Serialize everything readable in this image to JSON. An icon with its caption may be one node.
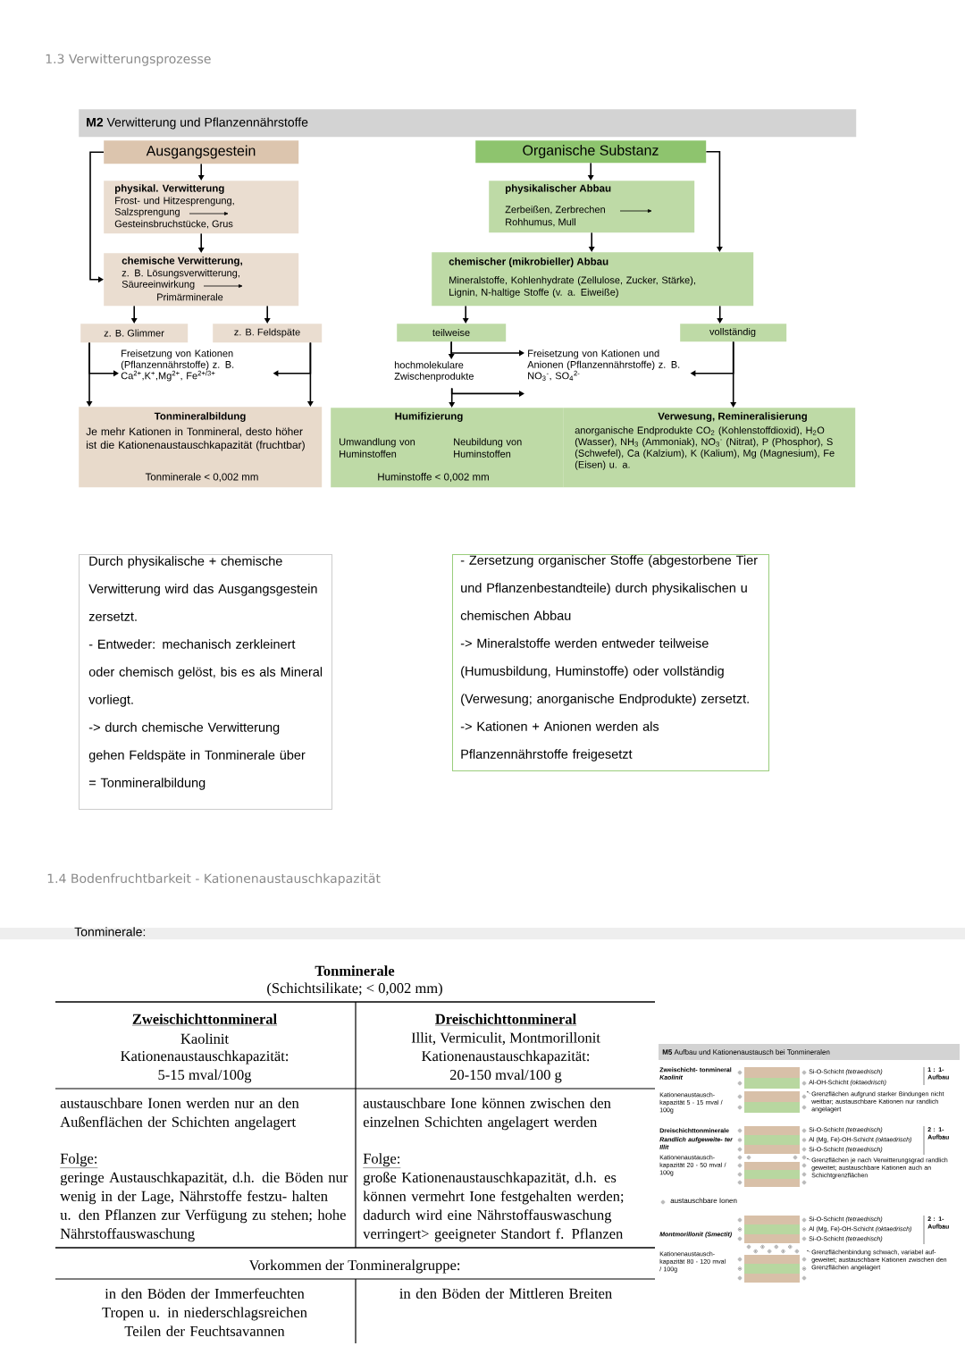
{
  "diagram": {
    "nodes": [
      {
        "text": [
          "**M2** Verwitterung und Pflanzennährstoffe"
        ]
      },
      {
        "text": [
          "Ausgangsgestein"
        ]
      },
      {
        "text": [
          "physikal. Verwitterung",
          "Frost- und Hitzesprengung, Salzsprengung",
          "Gesteinsbruchstücke, Grus"
        ]
      },
      {
        "text": [
          "chemische Verwitterung,",
          "z. B. Lösungsverwitterung, Säureeinwirkung",
          "Primärminerale"
        ]
      },
      {
        "text": [
          "z. B. Glimmer"
        ]
      },
      {
        "text": [
          "z. B. Feldspäte"
        ]
      },
      {
        "text": [
          "Freisetzung von Kationen (Pflanzennährstoffe) z. B. Ca$^{2+}$,K$^{+}$,Mg$^{2+}$, Fe$^{2+/3+}$"
        ]
      },
      {
        "text": [
          "Tonmineralbildung",
          "Je mehr Kationen in Tonmineral, desto höher ist die Kationenaustauschkapazität (fruchtbar)",
          "Tonminerale < 0,002 mm"
        ]
      },
      {
        "text": [
          "Organische Substanz"
        ]
      },
      {
        "text": [
          "physikalischer Abbau",
          "Zerbeißen, Zerbrechen",
          "Rohhumus, Mull"
        ]
      },
      {
        "text": [
          "chemischer (mikrobieller) Abbau",
          "Mineralstoffe, Kohlenhydrate (Zellulose, Zucker, Stärke), Lignin, N-haltige Stoffe (v. a. Eiweiße)"
        ]
      },
      {
        "text": [
          "teilweise"
        ]
      },
      {
        "text": [
          "vollständig"
        ]
      },
      {
        "text": [
          "hochmolekulare Zwischenprodukte"
        ]
      },
      {
        "text": [
          "Freisetzung von Kationen und Anionen (Pflanzennährstoffe) z. B. NO$_{3}$$^{-}$, SO$_{4}$$^{2-}$"
        ]
      },
      {
        "text": [
          "Humifizierung",
          "Umwandlung von Huminstoffen",
          "Neubildung von Huminstoffen",
          "Huminstoffe < 0,002 mm"
        ]
      },
      {
        "text": [
          "Verwesung, Remineralisierung",
          "anorganische Endprodukte CO$_{2}$ (Kohlenstoffdioxid), H$_{2}$O (Wasser), NH$_{3}$ (Ammoniak), NO$_{3}$$^{-}$ (Nitrat), P (Phosphor), S (Schwefel), Ca (Kalzium), K (Kalium), Mg (Magnesium), Fe (Eisen) u. a."
        ]
      },
      {
        "text": [
          "Durch physikalische + chemische Verwitterung wird das Ausgangsgestein zersetzt.",
          "- Entweder: mechanisch zerkleinert oder chemisch gelöst, bis es als Mineral vorliegt.",
          "-> durch chemische Verwitterung gehen Feldspäte in Tonminerale über = Tonmineralbildung"
        ]
      },
      {
        "text": [
          "- Zersetzung organischer Stoffe (abgestorbene Tier und Pflanzenbestandteile) durch physikalischen u chemischen Abbau",
          "-> Mineralstoffe werden entweder teilweise (Humusbildung, Huminstoffe)  oder vollständig (Verwesung; anorganische Endprodukte) zersetzt.",
          "-> Kationen + Anionen werden als Pflanzennährstoffe freigesetzt"
        ]
      }
    ],
    "edges": [
      {
        "from": 1,
        "to": 2,
        "arrow": "to"
      },
      {
        "from": 2,
        "to": 3,
        "arrow": "to"
      },
      {
        "from": 1,
        "to": 3,
        "arrow": "to"
      },
      {
        "from": 3,
        "to": 4,
        "arrow": "to"
      },
      {
        "from": 3,
        "to": 5,
        "arrow": "to"
      },
      {
        "from": 4,
        "to": 7,
        "arrow": "to"
      },
      {
        "from": 4,
        "to": 6,
        "arrow": "to"
      },
      {
        "from": 5,
        "to": 7,
        "arrow": "to"
      },
      {
        "from": 5,
        "to": 6,
        "arrow": "to"
      },
      {
        "from": 8,
        "to": 9,
        "arrow": "to"
      },
      {
        "from": 9,
        "to": 10,
        "arrow": "to"
      },
      {
        "from": 8,
        "to": 10,
        "arrow": "to"
      },
      {
        "from": 10,
        "to": 11,
        "arrow": "to"
      },
      {
        "from": 10,
        "to": 12,
        "arrow": "to"
      },
      {
        "from": 11,
        "to": 13,
        "arrow": "to"
      },
      {
        "from": 11,
        "to": 14,
        "arrow": "to"
      },
      {
        "from": 13,
        "to": 15,
        "arrow": "to"
      },
      {
        "from": 13,
        "to": 14,
        "arrow": "to"
      },
      {
        "from": 12,
        "to": 16,
        "arrow": "to"
      },
      {
        "from": 12,
        "to": 14,
        "arrow": "to"
      }
    ],
    "labels": [
      "1.3 Verwitterungsprozesse",
      "1.4 Bodenfruchtbarkeit - Kationenaustauschkapazität",
      "Tonminerale:",
      "Tonminerale",
      "(Schichtsilikate; < 0,002 mm)",
      "Zweischichttonmineral",
      "Kaolinit",
      "Kationenaustauschkapazität:",
      "5-15 mval/100g",
      "Dreischichttonmineral",
      "Illit, Vermiculit, Montmorillonit",
      "Kationenaustauschkapazität:",
      "20-150 mval/100 g",
      "austauschbare Ionen werden nur an den Außenflächen der Schichten angelagert",
      "austauschbare Ione können zwischen den einzelnen Schichten angelagert werden",
      "Folge:",
      "geringe Austauschkapazität, d.h. die Böden nur wenig in der Lage, Nährstoffe festzu- halten u. den Pflanzen zur Verfügung zu stehen; hohe Nährstoffauswaschung",
      "Folge:",
      "große Kationenaustauschkapazität, d.h. es können vermehrt Ione festgehalten werden; dadurch wird eine Nährstoffauswaschung verringert> geeigneter Standort f. Pflanzen",
      "Vorkommen der Tonmineralgruppe:",
      "in den Böden der Immerfeuchten Tropen u. in niederschlagsreichen Teilen der Feuchtsavannen",
      "in den Böden der Mittleren Breiten",
      "**M5** Aufbau und Kationenaustausch bei Tonmineralen",
      "Zweischicht- tonmineral *Kaolinit*",
      "Kationenaustausch- kapazität 5 - 15 mval / 100g",
      "Si-O-Schicht *(tetraedrisch)*",
      "Al-OH-Schicht *(oktaedrisch)*",
      "1 : 1- Aufbau",
      "Grenzflächen aufgrund starker Bindungen nicht weitbar; austauschbare Kationen nur randlich angelagert",
      "Dreischichttonminerale",
      "Randlich aufgeweite- ter Illit",
      "Kationenaustausch- kapazität 20 - 50 mval / 100g",
      "Si-O-Schicht *(tetraedrisch)*",
      "Al (Mg, Fe)-OH-Schicht *(oktaedrisch)*",
      "Si-O-Schicht *(tetraedrisch)*",
      "2 : 1- Aufbau",
      "Grenzflächen je nach Verwitterungsgrad randlich geweitet; austauschbare Kationen auch an Schichtgrenzflächen",
      "austauschbare Ionen",
      "Montmorillonit (Smectit)",
      "Kationenaustausch- kapazität 80 - 120 mval / 100g",
      "Si-O-Schicht *(tetraedrisch)*",
      "Al (Mg, Fe)-OH-Schicht *(oktaedrisch)*",
      "Si-O-Schicht *(tetraedrisch)*",
      "2 : 1- Aufbau",
      "Grenzflächenbindung schwach, variabel auf- geweitet; austauschbare Kationen zwischen den Grenzflächen angelagert"
    ]
  }
}
